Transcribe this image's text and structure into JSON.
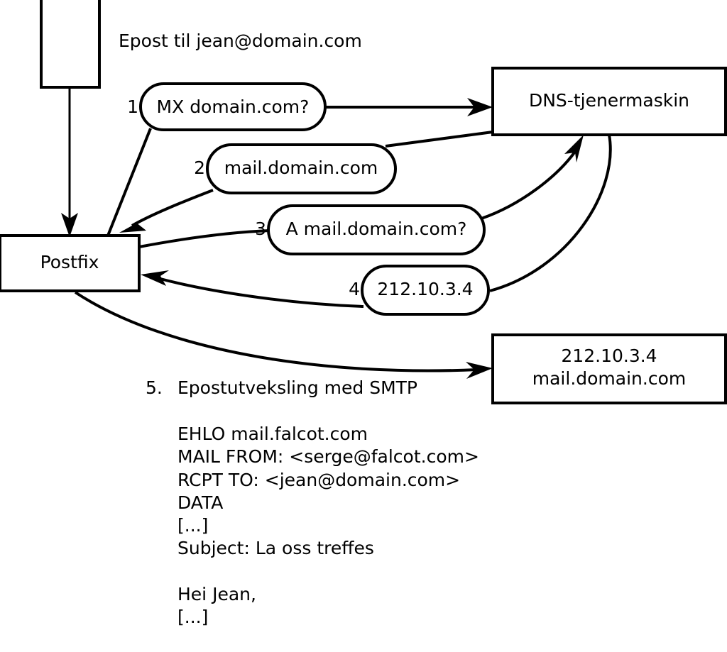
{
  "header": {
    "caption": "Epost til jean@domain.com"
  },
  "nodes": {
    "client": {
      "label": ""
    },
    "postfix": {
      "label": "Postfix"
    },
    "dns_server": {
      "label": "DNS-tjenermaskin"
    },
    "mail_server": {
      "line1": "212.10.3.4",
      "line2": "mail.domain.com"
    }
  },
  "steps": [
    {
      "num": "1.",
      "label": "MX domain.com?"
    },
    {
      "num": "2.",
      "label": "mail.domain.com"
    },
    {
      "num": "3.",
      "label": "A mail.domain.com?"
    },
    {
      "num": "4.",
      "label": "212.10.3.4"
    }
  ],
  "step5": {
    "num": "5.",
    "label": "Epostutveksling med SMTP"
  },
  "smtp_transcript": [
    "EHLO mail.falcot.com",
    "MAIL FROM: <serge@falcot.com>",
    "RCPT TO: <jean@domain.com>",
    "DATA",
    "[...]",
    "Subject: La oss treffes",
    "",
    "Hei Jean,",
    "[...]",
    "",
    "."
  ],
  "colors": {
    "stroke": "#000000",
    "fill": "#ffffff",
    "background": "#ffffff"
  }
}
